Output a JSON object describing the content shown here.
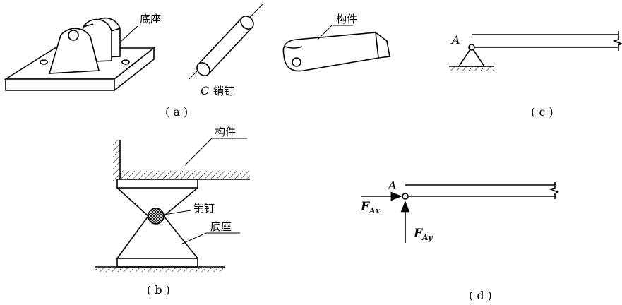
{
  "panels": {
    "a": {
      "caption": "( a )",
      "base_label": "底座",
      "pin_letter": "C",
      "pin_label": "销钉",
      "member_label": "构件"
    },
    "b": {
      "caption": "( b )",
      "member_label": "构件",
      "pin_label": "销钉",
      "base_label": "底座"
    },
    "c": {
      "caption": "( c )",
      "point_label": "A"
    },
    "d": {
      "caption": "( d )",
      "point_label": "A",
      "force_x_main": "F",
      "force_x_sub": "Ax",
      "force_y_main": "F",
      "force_y_sub": "Ay"
    }
  }
}
